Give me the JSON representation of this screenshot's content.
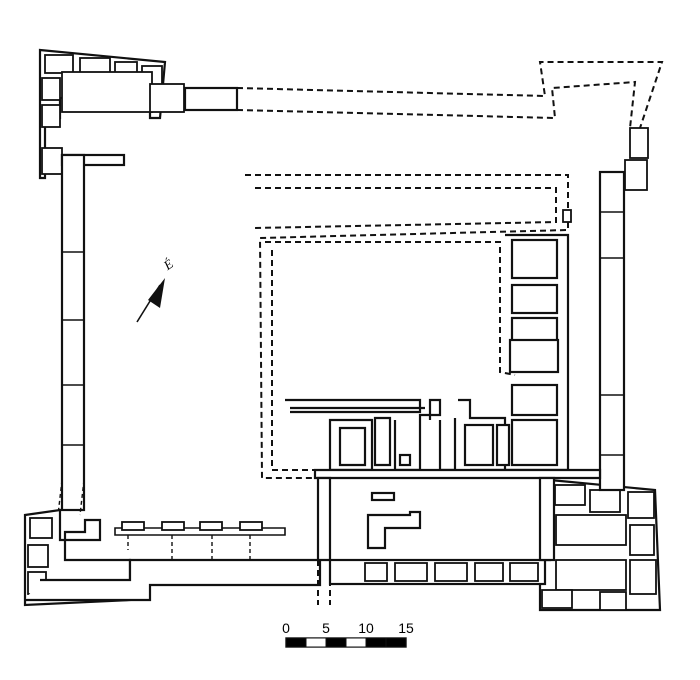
{
  "plan": {
    "north_arrow": {
      "label": "É"
    },
    "scale_bar": {
      "ticks": [
        "0",
        "5",
        "10",
        "15"
      ],
      "segments": [
        {
          "fill": "#000000"
        },
        {
          "fill": "#ffffff"
        },
        {
          "fill": "#000000"
        },
        {
          "fill": "#ffffff"
        },
        {
          "fill": "#000000"
        },
        {
          "fill": "#000000"
        }
      ]
    }
  }
}
